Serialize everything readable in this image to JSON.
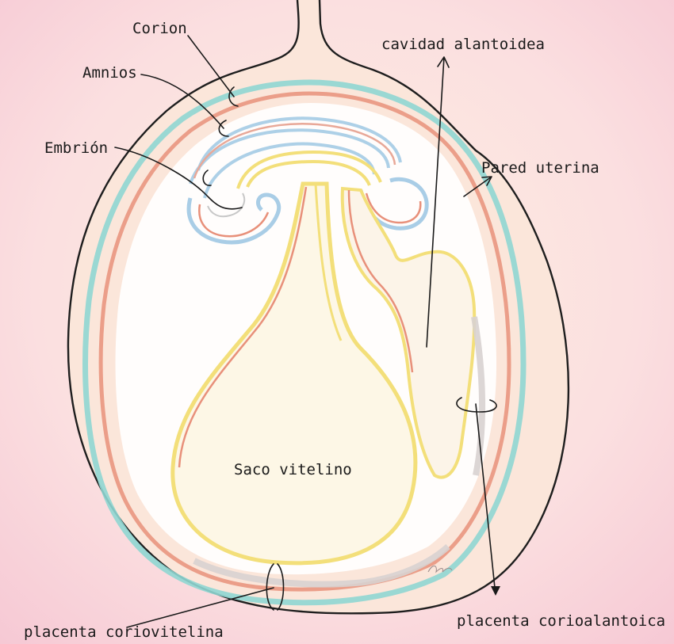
{
  "labels": {
    "corion": "Corion",
    "amnios": "Amnios",
    "embrion": "Embrión",
    "cavidad": "cavidad alantoidea",
    "pared": "Pared uterina",
    "saco": "Saco vitelino",
    "placenta_vitelina": "placenta coriovitelina",
    "placenta_alantoica": "placenta corioalantoica"
  },
  "colors": {
    "background": "#fbe3df",
    "uterus_fill": "#fbe6da",
    "outline": "#1e1e1e",
    "chorion_cyan": "#8fd6d2",
    "membrane_red": "#e8907a",
    "yolk_fill": "#fdf7e6",
    "yolk_yellow": "#f3df7a",
    "allantois_fill": "#fcf4e8",
    "amnion_blue": "#a9cde6",
    "white_cavity": "#ffffff"
  }
}
